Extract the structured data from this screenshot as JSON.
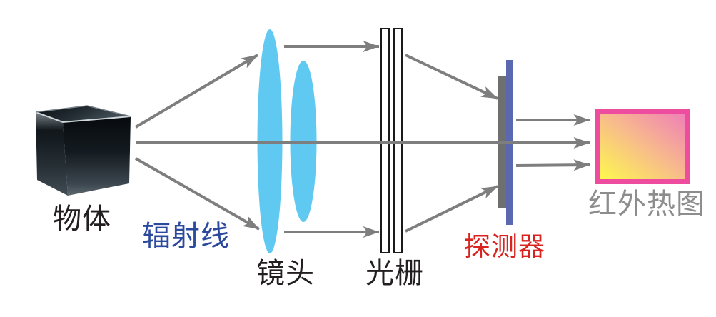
{
  "diagram": {
    "labels": {
      "object": "物体",
      "radiation_rays": "辐射线",
      "lens": "镜头",
      "grating": "光栅",
      "detector": "探测器",
      "thermal_image": "红外热图"
    },
    "colors": {
      "ray": "#7e7e7e",
      "lens": "#60c9f1",
      "grating_stroke": "#1a1a1a",
      "grating_fill": "#ffffff",
      "detector_plate": "#5a68b2",
      "detector_sensor": "#6f6f6f",
      "thermal_border": "#ee4c9e",
      "thermal_gradient_start": "#fdf84e",
      "thermal_gradient_mid": "#f8bd8a",
      "thermal_gradient_end": "#ef7fb8",
      "label_object": "#231f20",
      "label_radiation": "#2b4a9d",
      "label_lens": "#231f20",
      "label_grating": "#231f20",
      "label_detector": "#d8231f",
      "label_thermal": "#8d8d8d"
    }
  }
}
